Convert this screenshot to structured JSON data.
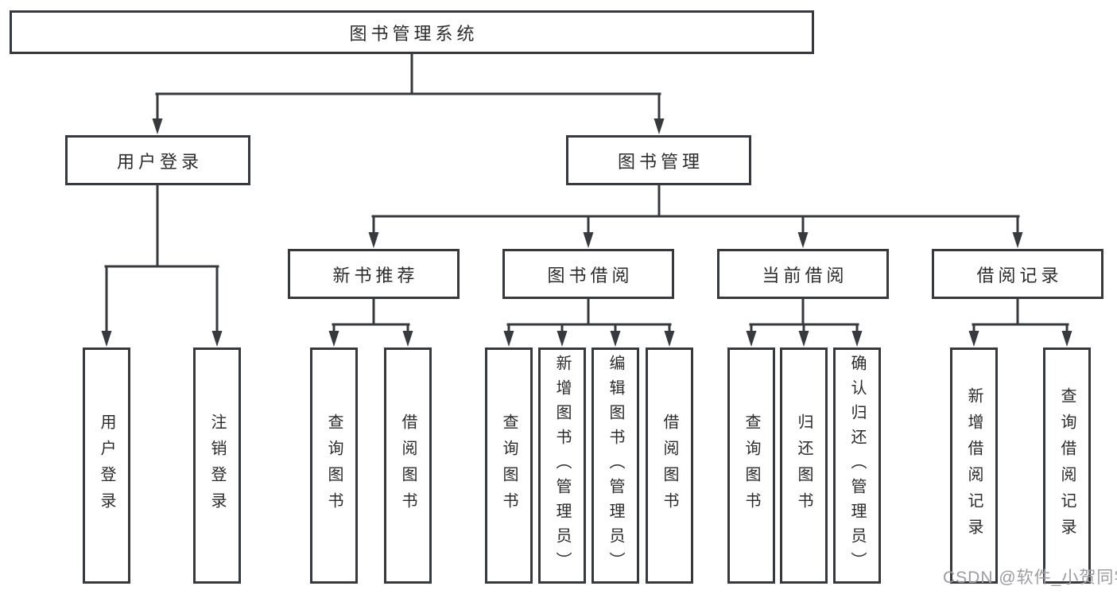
{
  "diagram": {
    "root": {
      "label": "图书管理系统"
    },
    "level2": [
      {
        "label": "用户登录"
      },
      {
        "label": "图书管理"
      }
    ],
    "level3": [
      {
        "label": "新书推荐",
        "parent": "图书管理"
      },
      {
        "label": "图书借阅",
        "parent": "图书管理"
      },
      {
        "label": "当前借阅",
        "parent": "图书管理"
      },
      {
        "label": "借阅记录",
        "parent": "图书管理"
      }
    ],
    "leaves": [
      {
        "label": "用户登录",
        "parent": "用户登录"
      },
      {
        "label": "注销登录",
        "parent": "用户登录"
      },
      {
        "label": "查询图书",
        "parent": "新书推荐"
      },
      {
        "label": "借阅图书",
        "parent": "新书推荐"
      },
      {
        "label": "查询图书",
        "parent": "图书借阅"
      },
      {
        "label": "新增图书（管理员）",
        "parent": "图书借阅"
      },
      {
        "label": "编辑图书（管理员）",
        "parent": "图书借阅"
      },
      {
        "label": "借阅图书",
        "parent": "图书借阅"
      },
      {
        "label": "查询图书",
        "parent": "当前借阅"
      },
      {
        "label": "归还图书",
        "parent": "当前借阅"
      },
      {
        "label": "确认归还（管理员）",
        "parent": "当前借阅"
      },
      {
        "label": "新增借阅记录",
        "parent": "借阅记录"
      },
      {
        "label": "查询借阅记录",
        "parent": "借阅记录"
      }
    ],
    "watermark": "CSDN @软件_小贺同学",
    "colors": {
      "line": "#36393d",
      "text": "#2b2b2b",
      "watermark": "#9c9ca0",
      "background": "#ffffff"
    }
  }
}
